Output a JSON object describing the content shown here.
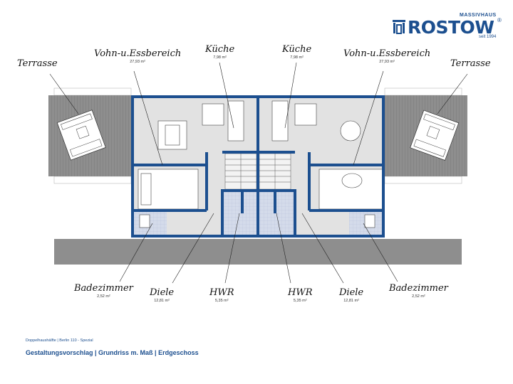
{
  "brand": {
    "kicker": "MASSIVHAUS",
    "name": "ROSTOW",
    "registered": "®",
    "since": "seit 1994"
  },
  "labels": {
    "terrasse_left": {
      "name": "Terrasse"
    },
    "wohn_left": {
      "name": "Vohn-u.Essbereich",
      "area": "27,93 m²"
    },
    "kueche_left": {
      "name": "Küche",
      "area": "7,98 m²"
    },
    "kueche_right": {
      "name": "Küche",
      "area": "7,98 m²"
    },
    "wohn_right": {
      "name": "Vohn-u.Essbereich",
      "area": "27,93 m²"
    },
    "terrasse_right": {
      "name": "Terrasse"
    },
    "bad_left": {
      "name": "Badezimmer",
      "area": "2,52 m²"
    },
    "diele_left": {
      "name": "Diele",
      "area": "12,81 m²"
    },
    "hwr_left": {
      "name": "HWR",
      "area": "5,35 m²"
    },
    "hwr_right": {
      "name": "HWR",
      "area": "5,35 m²"
    },
    "diele_right": {
      "name": "Diele",
      "area": "12,81 m²"
    },
    "bad_right": {
      "name": "Badezimmer",
      "area": "2,52 m²"
    }
  },
  "footer": {
    "subtitle": "Doppelhaushälfte | Berlin 110 - Spezial",
    "title": "Gestaltungsvorschlag | Grundriss m. Maß | Erdgeschoss"
  },
  "colors": {
    "wall": "#1c4f8f",
    "floor": "#e2e2e2",
    "terrace": "#8e8e8e",
    "brand": "#1c4f8f"
  }
}
